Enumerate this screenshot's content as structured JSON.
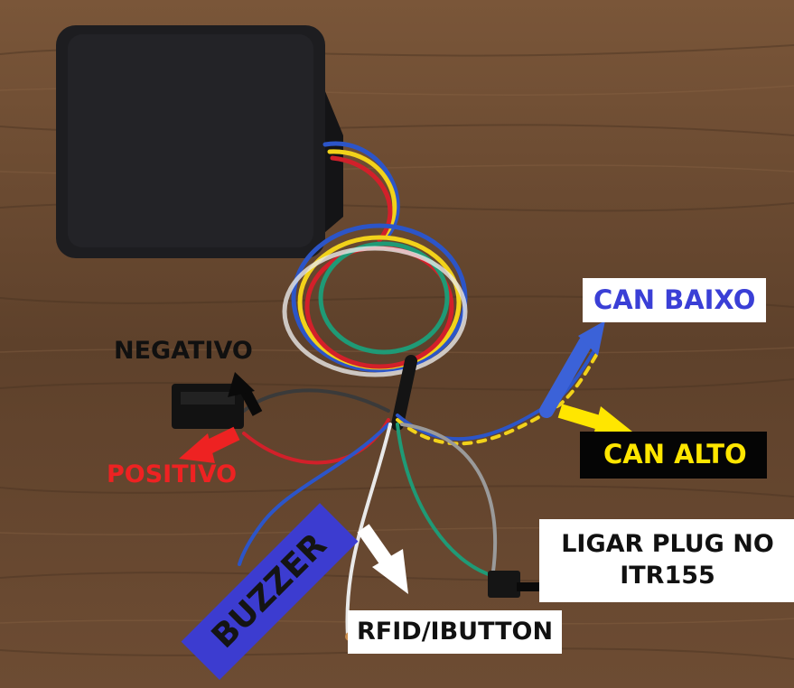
{
  "labels": {
    "can_baixo": "CAN BAIXO",
    "can_alto": "CAN ALTO",
    "negativo": "NEGATIVO",
    "positivo": "POSITIVO",
    "ligar_line1": "LIGAR PLUG NO",
    "ligar_line2": "ITR155",
    "rfid": "RFID/IBUTTON",
    "buzzer": "BUZZER"
  },
  "colors": {
    "wood": "#6b4a32",
    "module": "#1c1c1e",
    "wire_blue": "#2c55c8",
    "wire_yellow": "#f2d21a",
    "wire_red": "#d2202a",
    "wire_green": "#1f9a76",
    "wire_white": "#e9e9e9",
    "wire_gray": "#9a9a9a",
    "arrow_blue": "#3b62d8",
    "arrow_yellow": "#ffe600",
    "arrow_red": "#ee2222",
    "arrow_black": "#0a0a0a",
    "arrow_white": "#ffffff"
  }
}
